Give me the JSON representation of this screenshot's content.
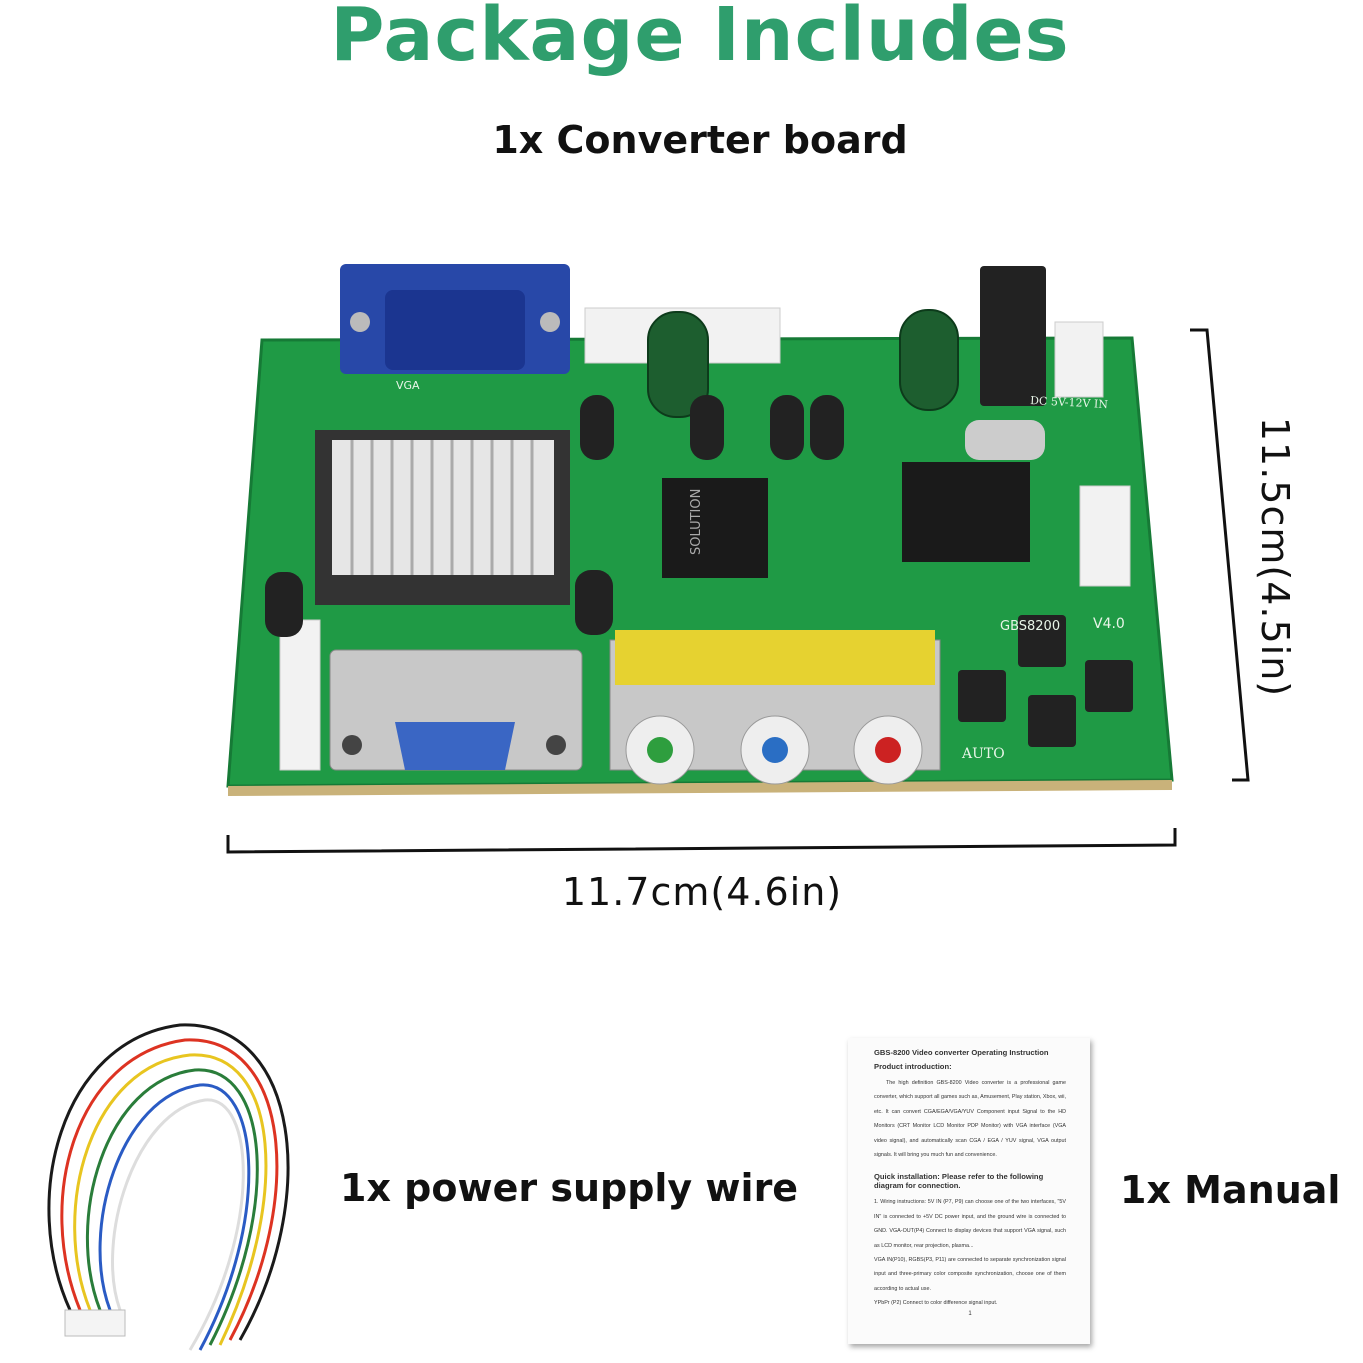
{
  "title": "Package Includes",
  "items": {
    "board": "1x Converter board",
    "wire": "1x power supply wire",
    "manual": "1x Manual"
  },
  "dimensions": {
    "width": "11.7cm(4.6in)",
    "height": "11.5cm(4.5in)"
  },
  "board_labels": {
    "model": "GBS8200",
    "version": "V4.0",
    "auto": "AUTO",
    "dc": "DC 5V-12V IN",
    "chip": "SOLUTION",
    "vga": "VGA"
  },
  "manual": {
    "heading": "GBS-8200 Video converter Operating Instruction",
    "intro_heading": "Product introduction:",
    "intro": "The high definition GBS-8200 Video converter is a professional game converter, which support all games such as, Amusement, Play station, Xbox, wii, etc. It can convert CGA/EGA/VGA/YUV Component input Signal to the HD Monitors (CRT Monitor LCD Monitor PDP Monitor) with VGA interface (VGA video signal), and automatically scan CGA / EGA / YUV signal, VGA output signals. It will bring you much fun and convenience.",
    "install_heading": "Quick installation: Please refer to the following diagram for connection.",
    "install_1": "1. Wiring instructions: 5V IN (P7, P9) can choose one of the two interfaces, \"5V IN\" is connected to +5V DC power input, and the ground wire is connected to GND. VGA-OUT(P4) Connect to display devices that support VGA signal, such as LCD monitor, rear projection, plasma...",
    "install_2": "VGA IN(P10), RGBS(P3, P11) are connected to separate synchronization signal input and three-primary color composite synchronization, choose one of them according to actual use.",
    "install_3": "YPbPr (P2) Connect to color difference signal input.",
    "page": "1"
  },
  "colors": {
    "title": "#2f9e6d",
    "pcb": "#1f9a45"
  }
}
